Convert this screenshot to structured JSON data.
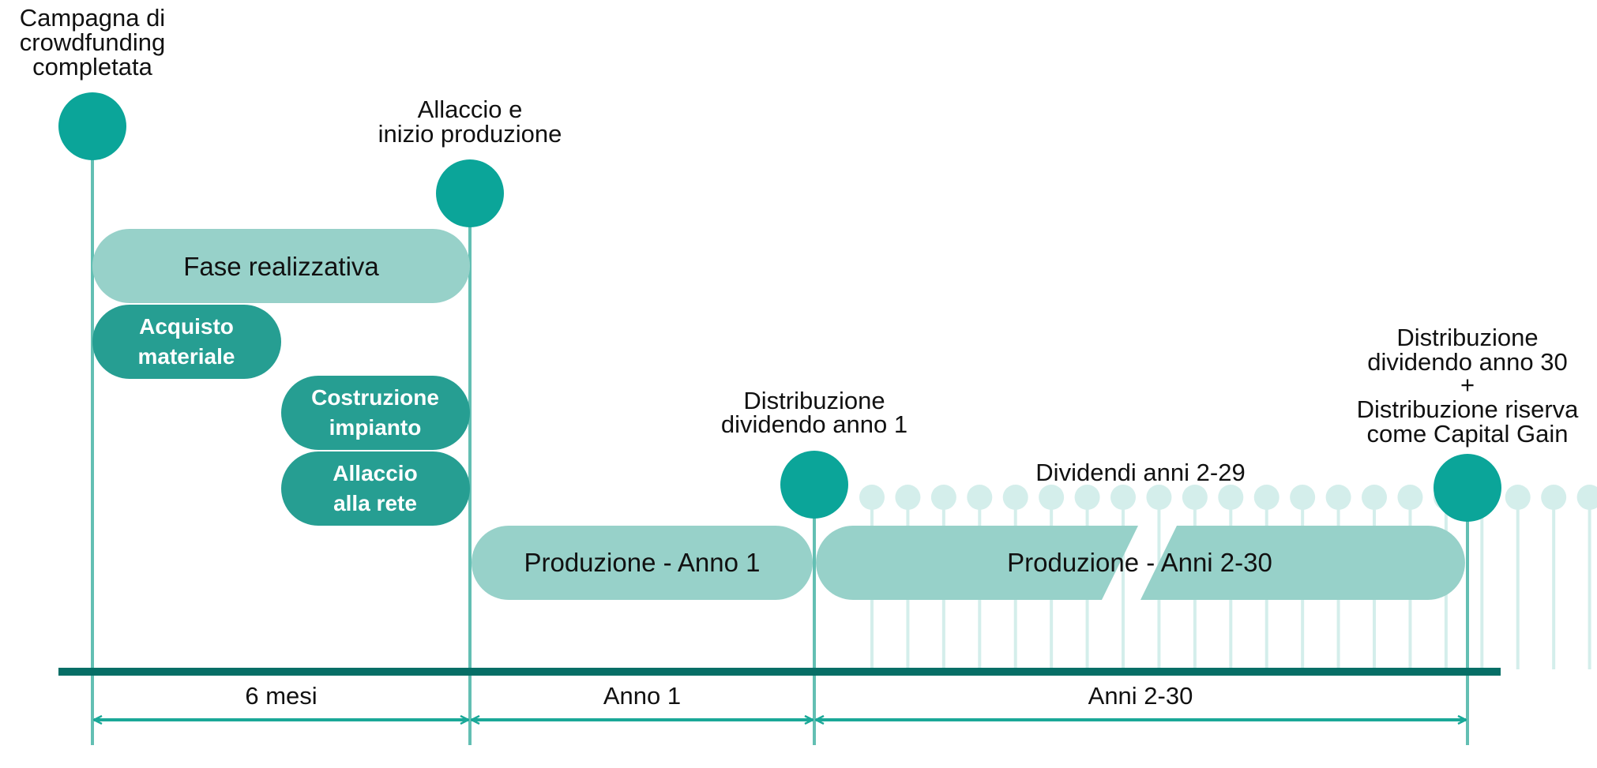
{
  "colors": {
    "milestone": "#0BA599",
    "vertical_line": "#63BFB3",
    "phase_light": "#97D1C9",
    "phase_dark": "#269E92",
    "minor_dot": "#D4EEEB",
    "axis": "#066E66",
    "arrow": "#1AA898"
  },
  "milestones": {
    "start": {
      "label_lines": [
        "Campagna di",
        "crowdfunding",
        "completata"
      ]
    },
    "grid": {
      "label_lines": [
        "Allaccio e",
        "inizio produzione"
      ]
    },
    "year1": {
      "label_lines": [
        "Distribuzione",
        "dividendo anno 1"
      ]
    },
    "year30": {
      "label_lines": [
        "Distribuzione",
        "dividendo anno 30",
        "+",
        "Distribuzione riserva",
        "come Capital Gain"
      ]
    }
  },
  "phases": {
    "realization": "Fase realizzativa",
    "purchase_lines": [
      "Acquisto",
      "materiale"
    ],
    "construction_lines": [
      "Costruzione",
      "impianto"
    ],
    "connection_lines": [
      "Allaccio",
      "alla rete"
    ],
    "production_year1": "Produzione - Anno 1",
    "production_years_2_30": "Produzione - Anni 2-30"
  },
  "dividends_label": "Dividendi anni 2-29",
  "dividend_years": [
    2,
    3,
    4,
    5,
    6,
    7,
    8,
    9,
    10,
    11,
    12,
    13,
    14,
    15,
    16,
    17,
    18,
    19,
    20,
    21,
    22,
    23,
    24,
    25,
    26,
    27,
    28,
    29
  ],
  "segments": {
    "six_months": "6 mesi",
    "year1": "Anno 1",
    "years_2_30": "Anni 2-30"
  }
}
